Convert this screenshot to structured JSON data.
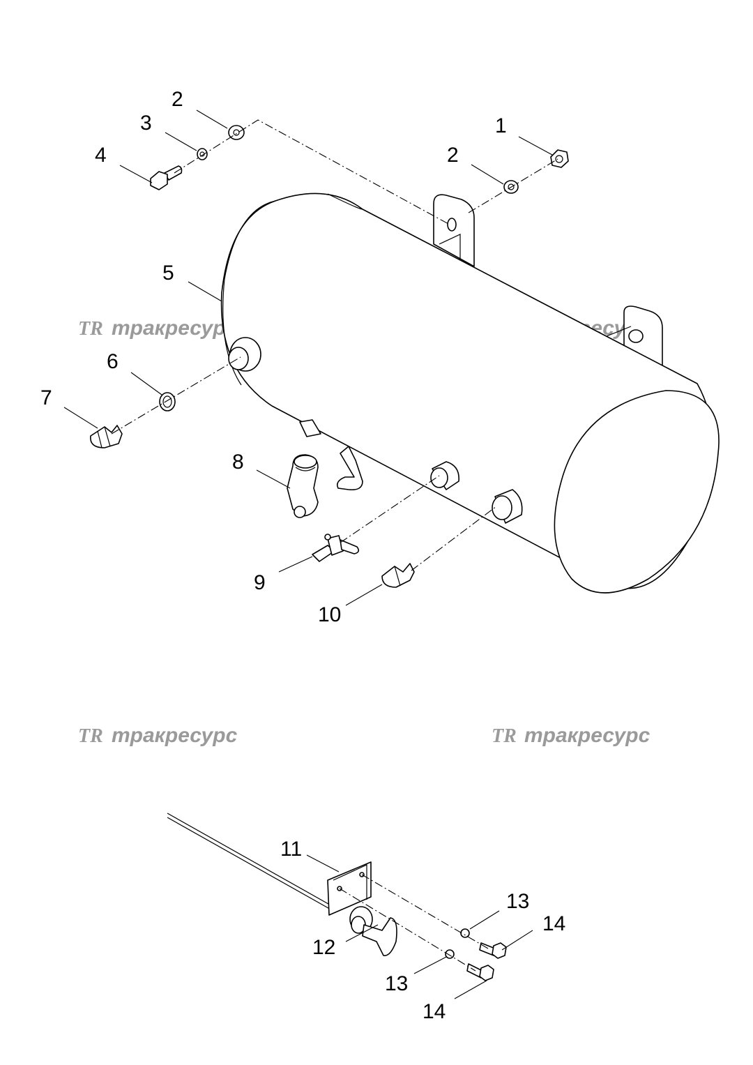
{
  "callouts": [
    {
      "id": "1",
      "label": "1"
    },
    {
      "id": "2a",
      "label": "2"
    },
    {
      "id": "2b",
      "label": "2"
    },
    {
      "id": "3",
      "label": "3"
    },
    {
      "id": "4",
      "label": "4"
    },
    {
      "id": "5",
      "label": "5"
    },
    {
      "id": "6",
      "label": "6"
    },
    {
      "id": "7",
      "label": "7"
    },
    {
      "id": "8",
      "label": "8"
    },
    {
      "id": "9",
      "label": "9"
    },
    {
      "id": "10",
      "label": "10"
    },
    {
      "id": "11",
      "label": "11"
    },
    {
      "id": "12",
      "label": "12"
    },
    {
      "id": "13a",
      "label": "13"
    },
    {
      "id": "13b",
      "label": "13"
    },
    {
      "id": "14a",
      "label": "14"
    },
    {
      "id": "14b",
      "label": "14"
    }
  ],
  "watermark": {
    "logo": "TR",
    "text": "тракресурс"
  }
}
